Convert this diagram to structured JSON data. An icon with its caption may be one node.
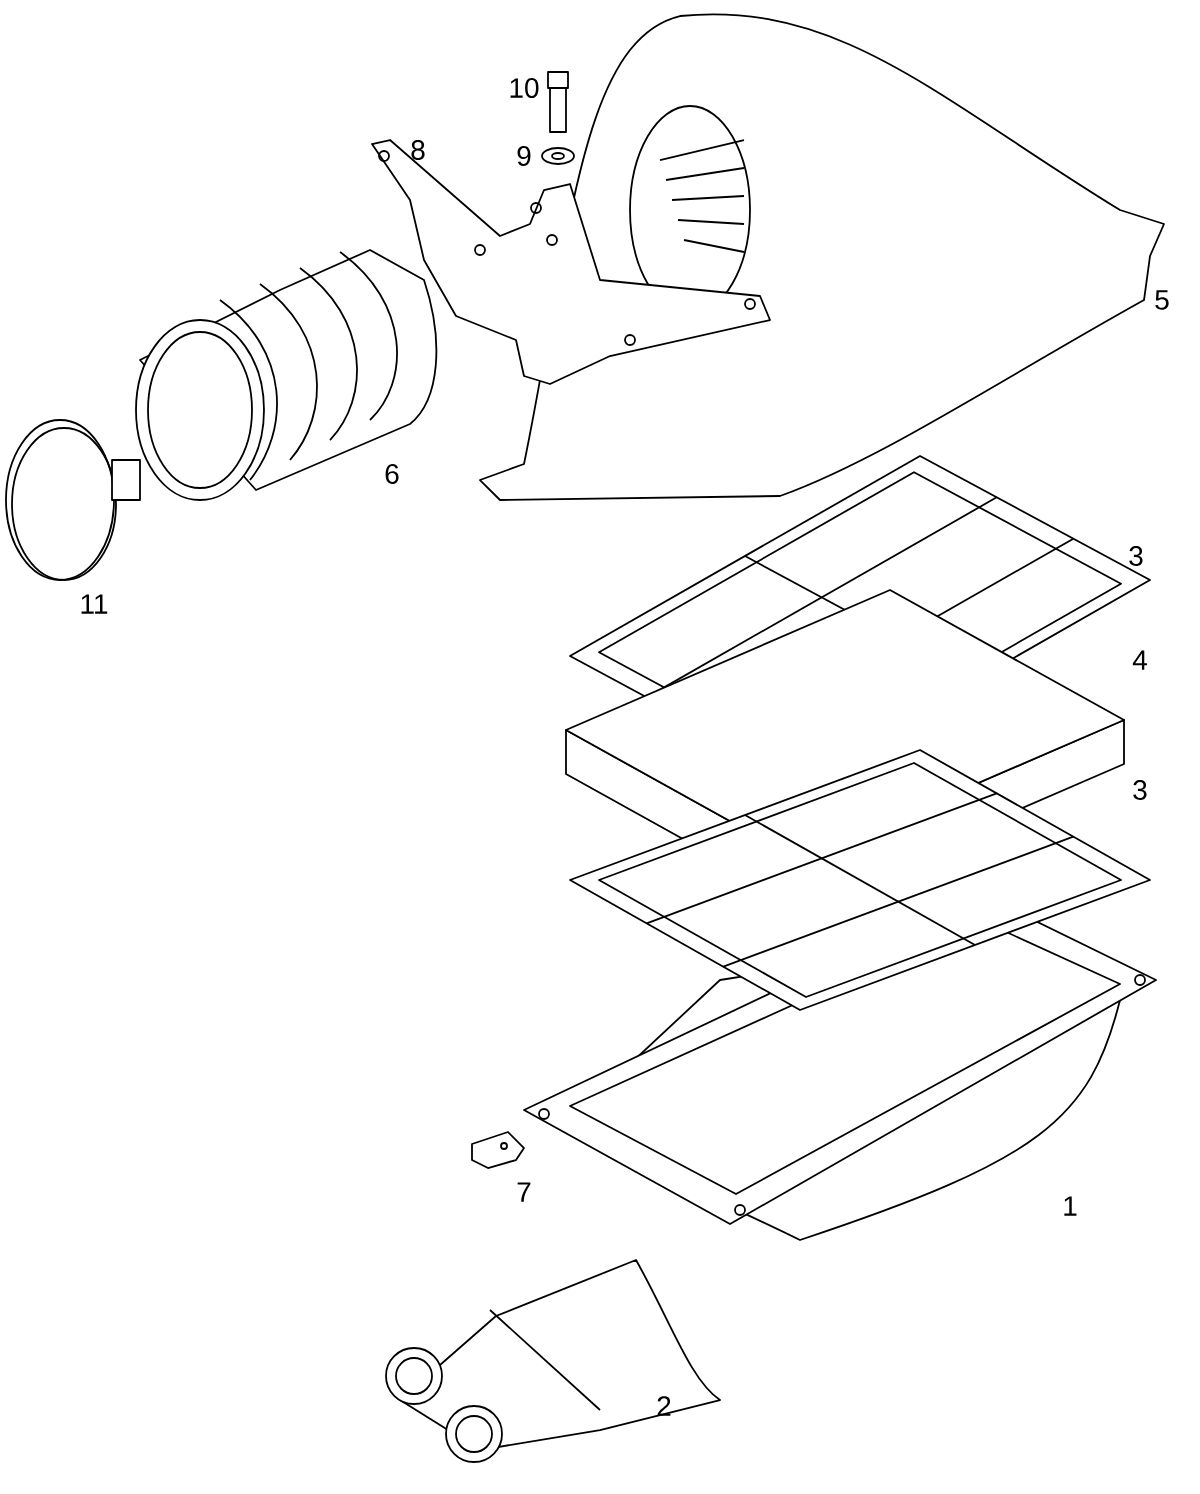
{
  "diagram": {
    "labels": [
      "10",
      "8",
      "9",
      "5",
      "6",
      "11",
      "3",
      "4",
      "3",
      "1",
      "7",
      "2"
    ]
  }
}
